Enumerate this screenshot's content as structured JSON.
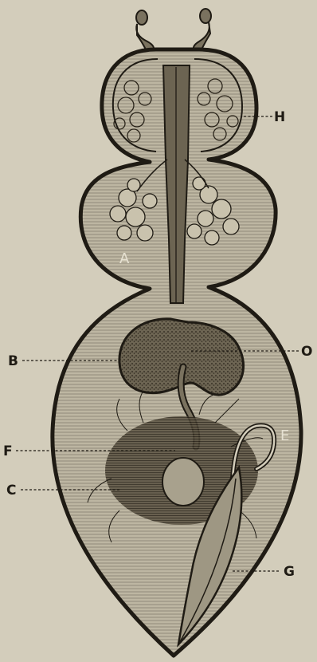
{
  "figure": {
    "labels": {
      "H": "H",
      "A": "A",
      "B": "B",
      "O": "O",
      "E": "E",
      "F": "F",
      "C": "C",
      "G": "G"
    }
  },
  "colors": {
    "paper": "#d3cdbb",
    "body_fill": "#b7b09d",
    "ink": "#1f1b14",
    "dark_organ": "#4e4739"
  }
}
